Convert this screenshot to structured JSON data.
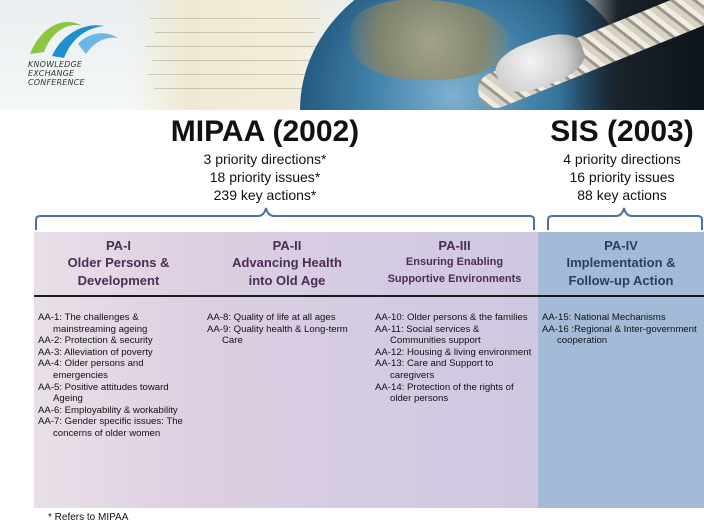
{
  "logo": {
    "lines": [
      "KNOWLEDGE",
      "EXCHANGE",
      "CONFERENCE"
    ]
  },
  "colors": {
    "purple_head": "#4b2d55",
    "blue_head": "#2c3f63",
    "bracket": "#4a6fa5",
    "col4_bg": "#a4bbd8"
  },
  "mipaa": {
    "title": "MIPAA (2002)",
    "lines": [
      "3 priority directions*",
      "18 priority issues*",
      "239 key actions*"
    ]
  },
  "sis": {
    "title": "SIS (2003)",
    "lines": [
      "4 priority directions",
      "16 priority issues",
      "88 key actions"
    ]
  },
  "columns": [
    {
      "code": "PA-I",
      "name_lines": [
        "Older Persons &",
        "Development"
      ],
      "items": [
        "AA-1:  The challenges & mainstreaming ageing",
        "AA-2:  Protection & security",
        "AA-3:  Alleviation of poverty",
        "AA-4:  Older persons and emergencies",
        "AA-5:  Positive attitudes toward Ageing",
        "AA-6:  Employability & workability",
        "AA-7:  Gender specific issues: The concerns of older women"
      ]
    },
    {
      "code": "PA-II",
      "name_lines": [
        "Advancing Health",
        "into Old Age"
      ],
      "items": [
        "AA-8:  Quality of life at all ages",
        "AA-9:  Quality health & Long-term Care"
      ]
    },
    {
      "code": "PA-III",
      "name_lines": [
        "Ensuring Enabling",
        "Supportive Environments"
      ],
      "items": [
        "AA-10: Older persons & the families",
        "AA-11: Social services & Communities support",
        "AA-12: Housing & living environment",
        "AA-13: Care and Support to caregivers",
        "AA-14: Protection of the rights of older persons"
      ]
    },
    {
      "code": "PA-IV",
      "name_lines": [
        "Implementation &",
        "Follow-up Action"
      ],
      "items": [
        "AA-15: National Mechanisms",
        "AA-16 :Regional & Inter-government cooperation"
      ]
    }
  ],
  "footnote": "* Refers to MIPAA"
}
